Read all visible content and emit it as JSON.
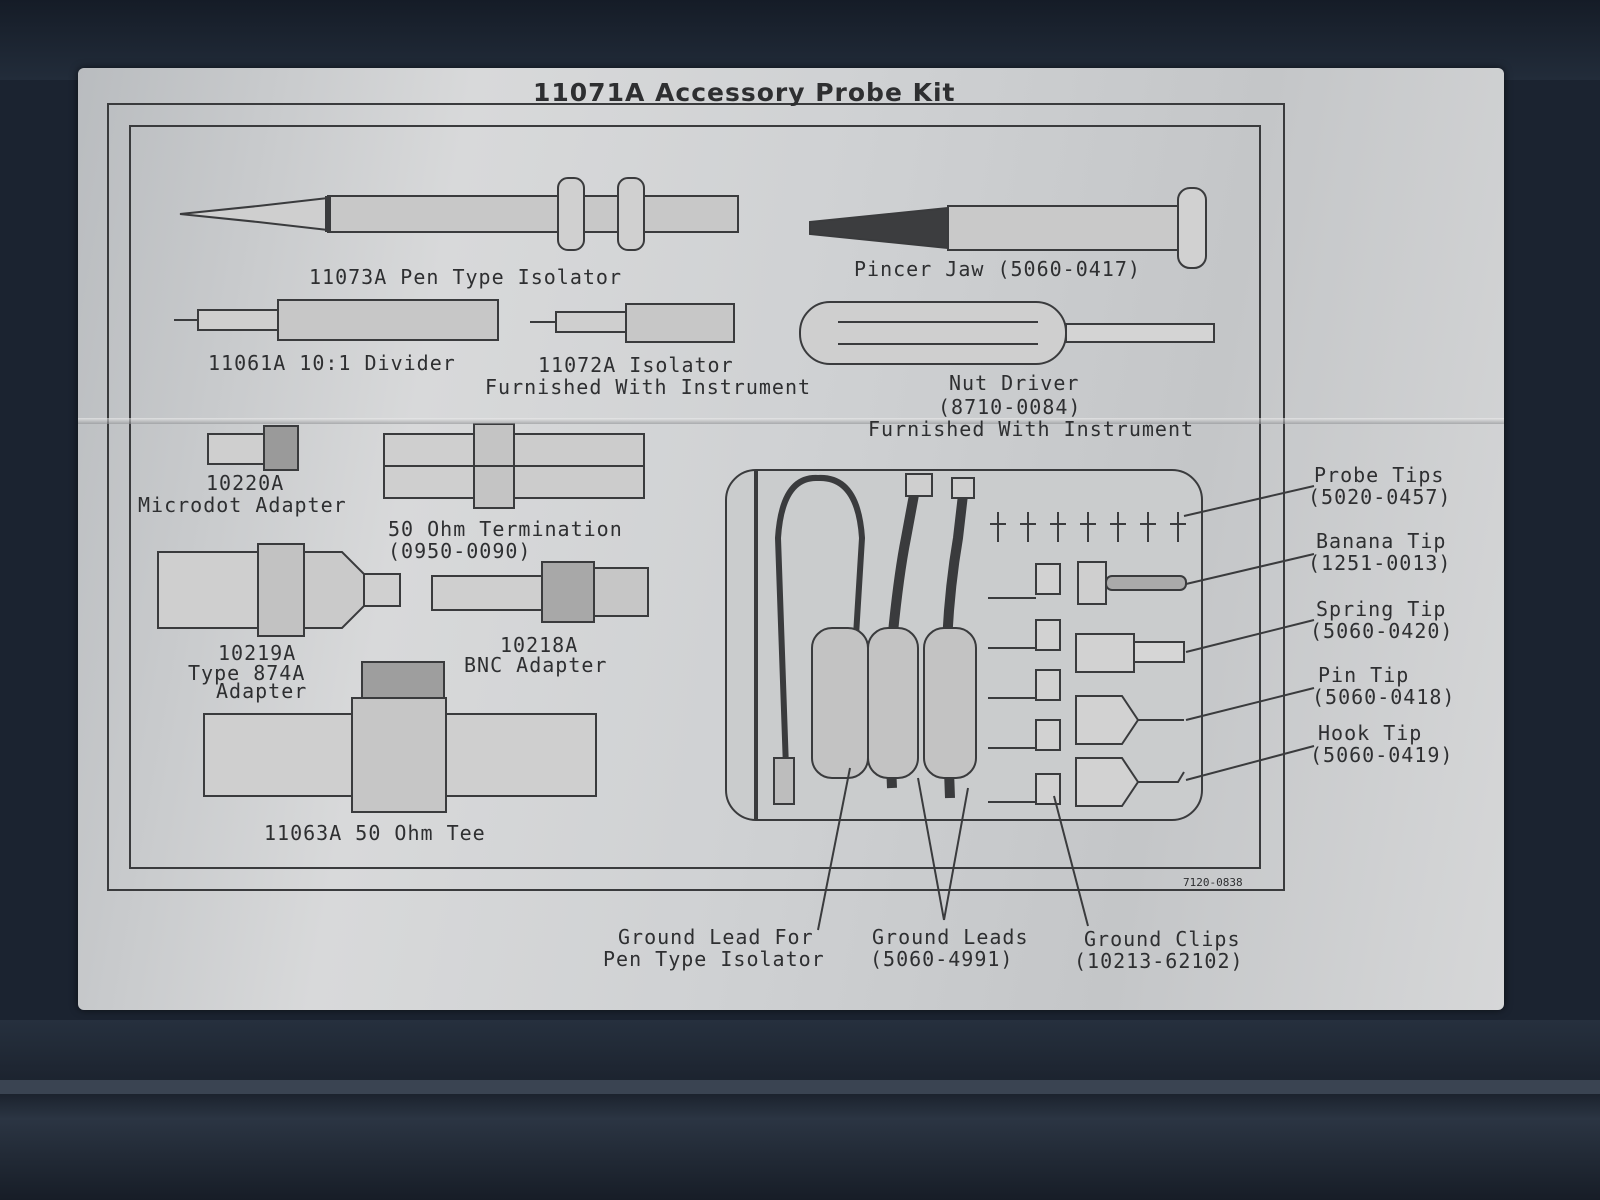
{
  "kit": {
    "title": "11071A  Accessory  Probe  Kit",
    "part_code": "7120-0838"
  },
  "items": {
    "pen_isolator": "11073A  Pen  Type  Isolator",
    "pincer_jaw": "Pincer  Jaw  (5060-0417)",
    "divider": "11061A  10:1  Divider",
    "isolator_l1": "11072A  Isolator",
    "isolator_l2": "Furnished  With  Instrument",
    "nut_driver_l1": "Nut  Driver",
    "nut_driver_l2": "(8710-0084)",
    "nut_driver_l3": "Furnished  With  Instrument",
    "microdot_l1": "10220A",
    "microdot_l2": "Microdot  Adapter",
    "termination_l1": "50  Ohm  Termination",
    "termination_l2": "(0950-0090)",
    "type874_l1": "10219A",
    "type874_l2": "Type  874A",
    "type874_l3": "Adapter",
    "bnc_l1": "10218A",
    "bnc_l2": "BNC  Adapter",
    "tee": "11063A  50  Ohm  Tee"
  },
  "callouts": {
    "probe_tips_l1": "Probe  Tips",
    "probe_tips_l2": "(5020-0457)",
    "banana_l1": "Banana  Tip",
    "banana_l2": "(1251-0013)",
    "spring_l1": "Spring  Tip",
    "spring_l2": "(5060-0420)",
    "pin_l1": "Pin  Tip",
    "pin_l2": "(5060-0418)",
    "hook_l1": "Hook  Tip",
    "hook_l2": "(5060-0419)",
    "ground_lead_l1": "Ground  Lead  For",
    "ground_lead_l2": "Pen  Type  Isolator",
    "ground_leads_l1": "Ground  Leads",
    "ground_leads_l2": "(5060-4991)",
    "ground_clips_l1": "Ground  Clips",
    "ground_clips_l2": "(10213-62102)"
  }
}
